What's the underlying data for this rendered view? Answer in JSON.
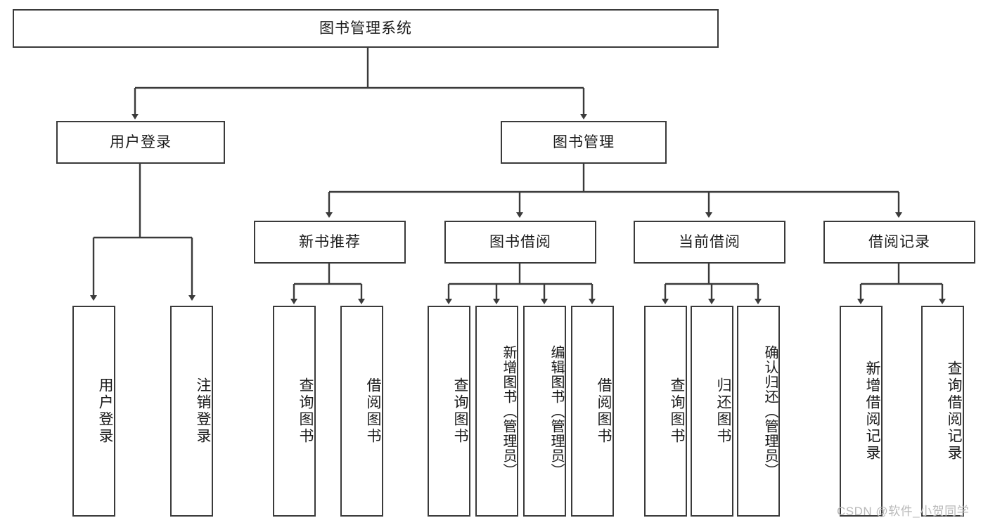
{
  "diagram": {
    "title": "图书管理系统",
    "type": "function-structure-tree",
    "background_color": "#ffffff",
    "border_color": "#3a3a3a",
    "text_color": "#1b1b1b"
  },
  "nodes": {
    "root": {
      "label": "图书管理系统",
      "level": 1
    },
    "level2": [
      {
        "id": "user-login",
        "label": "用户登录"
      },
      {
        "id": "book-manage",
        "label": "图书管理"
      }
    ],
    "level3": [
      {
        "id": "new-book-recommend",
        "label": "新书推荐",
        "parent": "book-manage"
      },
      {
        "id": "book-borrow",
        "label": "图书借阅",
        "parent": "book-manage"
      },
      {
        "id": "current-borrow",
        "label": "当前借阅",
        "parent": "book-manage"
      },
      {
        "id": "borrow-record",
        "label": "借阅记录",
        "parent": "book-manage"
      }
    ],
    "leaves": {
      "user-login": [
        {
          "id": "leaf-user-login",
          "label": "用户登录"
        },
        {
          "id": "leaf-logout",
          "label": "注销登录"
        }
      ],
      "new-book-recommend": [
        {
          "id": "leaf-query-book-1",
          "label": "查询图书"
        },
        {
          "id": "leaf-borrow-book-1",
          "label": "借阅图书"
        }
      ],
      "book-borrow": [
        {
          "id": "leaf-query-book-2",
          "label": "查询图书"
        },
        {
          "id": "leaf-add-book",
          "label": "新增图书（管理员）"
        },
        {
          "id": "leaf-edit-book",
          "label": "编辑图书（管理员）"
        },
        {
          "id": "leaf-borrow-book-2",
          "label": "借阅图书"
        }
      ],
      "current-borrow": [
        {
          "id": "leaf-query-book-3",
          "label": "查询图书"
        },
        {
          "id": "leaf-return-book",
          "label": "归还图书"
        },
        {
          "id": "leaf-confirm-return",
          "label": "确认归还（管理员）"
        }
      ],
      "borrow-record": [
        {
          "id": "leaf-add-record",
          "label": "新增借阅记录"
        },
        {
          "id": "leaf-query-record",
          "label": "查询借阅记录"
        }
      ]
    }
  },
  "watermark": {
    "text": "CSDN @软件_小贺同学"
  }
}
